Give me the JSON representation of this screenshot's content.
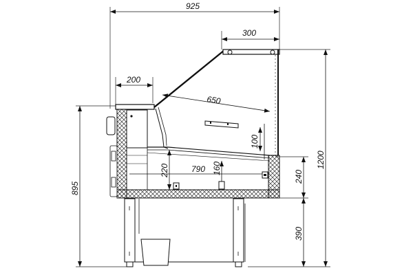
{
  "diagram": {
    "type": "technical-drawing",
    "subject": "refrigerated display case side section",
    "dimensions": {
      "overall_width": "925",
      "top_shelf_depth": "300",
      "front_ledge": "200",
      "glass_span": "650",
      "display_depth": "790",
      "shelf_height": "100",
      "inner_left_height": "220",
      "inner_right_height": "160",
      "tub_height": "240",
      "overall_height": "1200",
      "counter_height": "895",
      "base_height": "390"
    }
  }
}
